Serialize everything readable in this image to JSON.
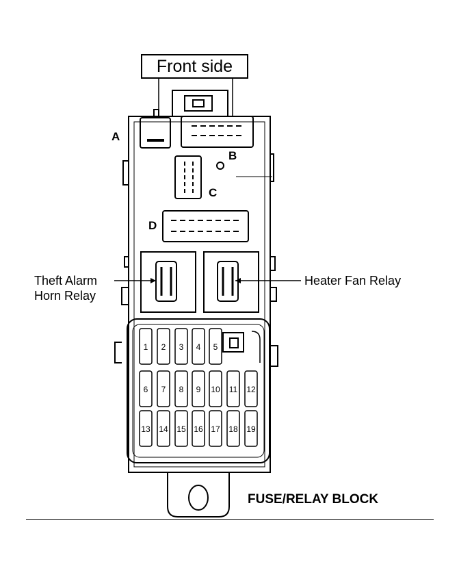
{
  "header_label": "Front side",
  "connectors": {
    "a": "A",
    "b": "B",
    "c": "C",
    "d": "D"
  },
  "relays": {
    "theft_alarm_line1": "Theft Alarm",
    "theft_alarm_line2": "Horn Relay",
    "heater_fan": "Heater Fan Relay"
  },
  "fuses": [
    "1",
    "2",
    "3",
    "4",
    "5",
    "6",
    "7",
    "8",
    "9",
    "10",
    "11",
    "12",
    "13",
    "14",
    "15",
    "16",
    "17",
    "18",
    "19"
  ],
  "title": "FUSE/RELAY BLOCK"
}
